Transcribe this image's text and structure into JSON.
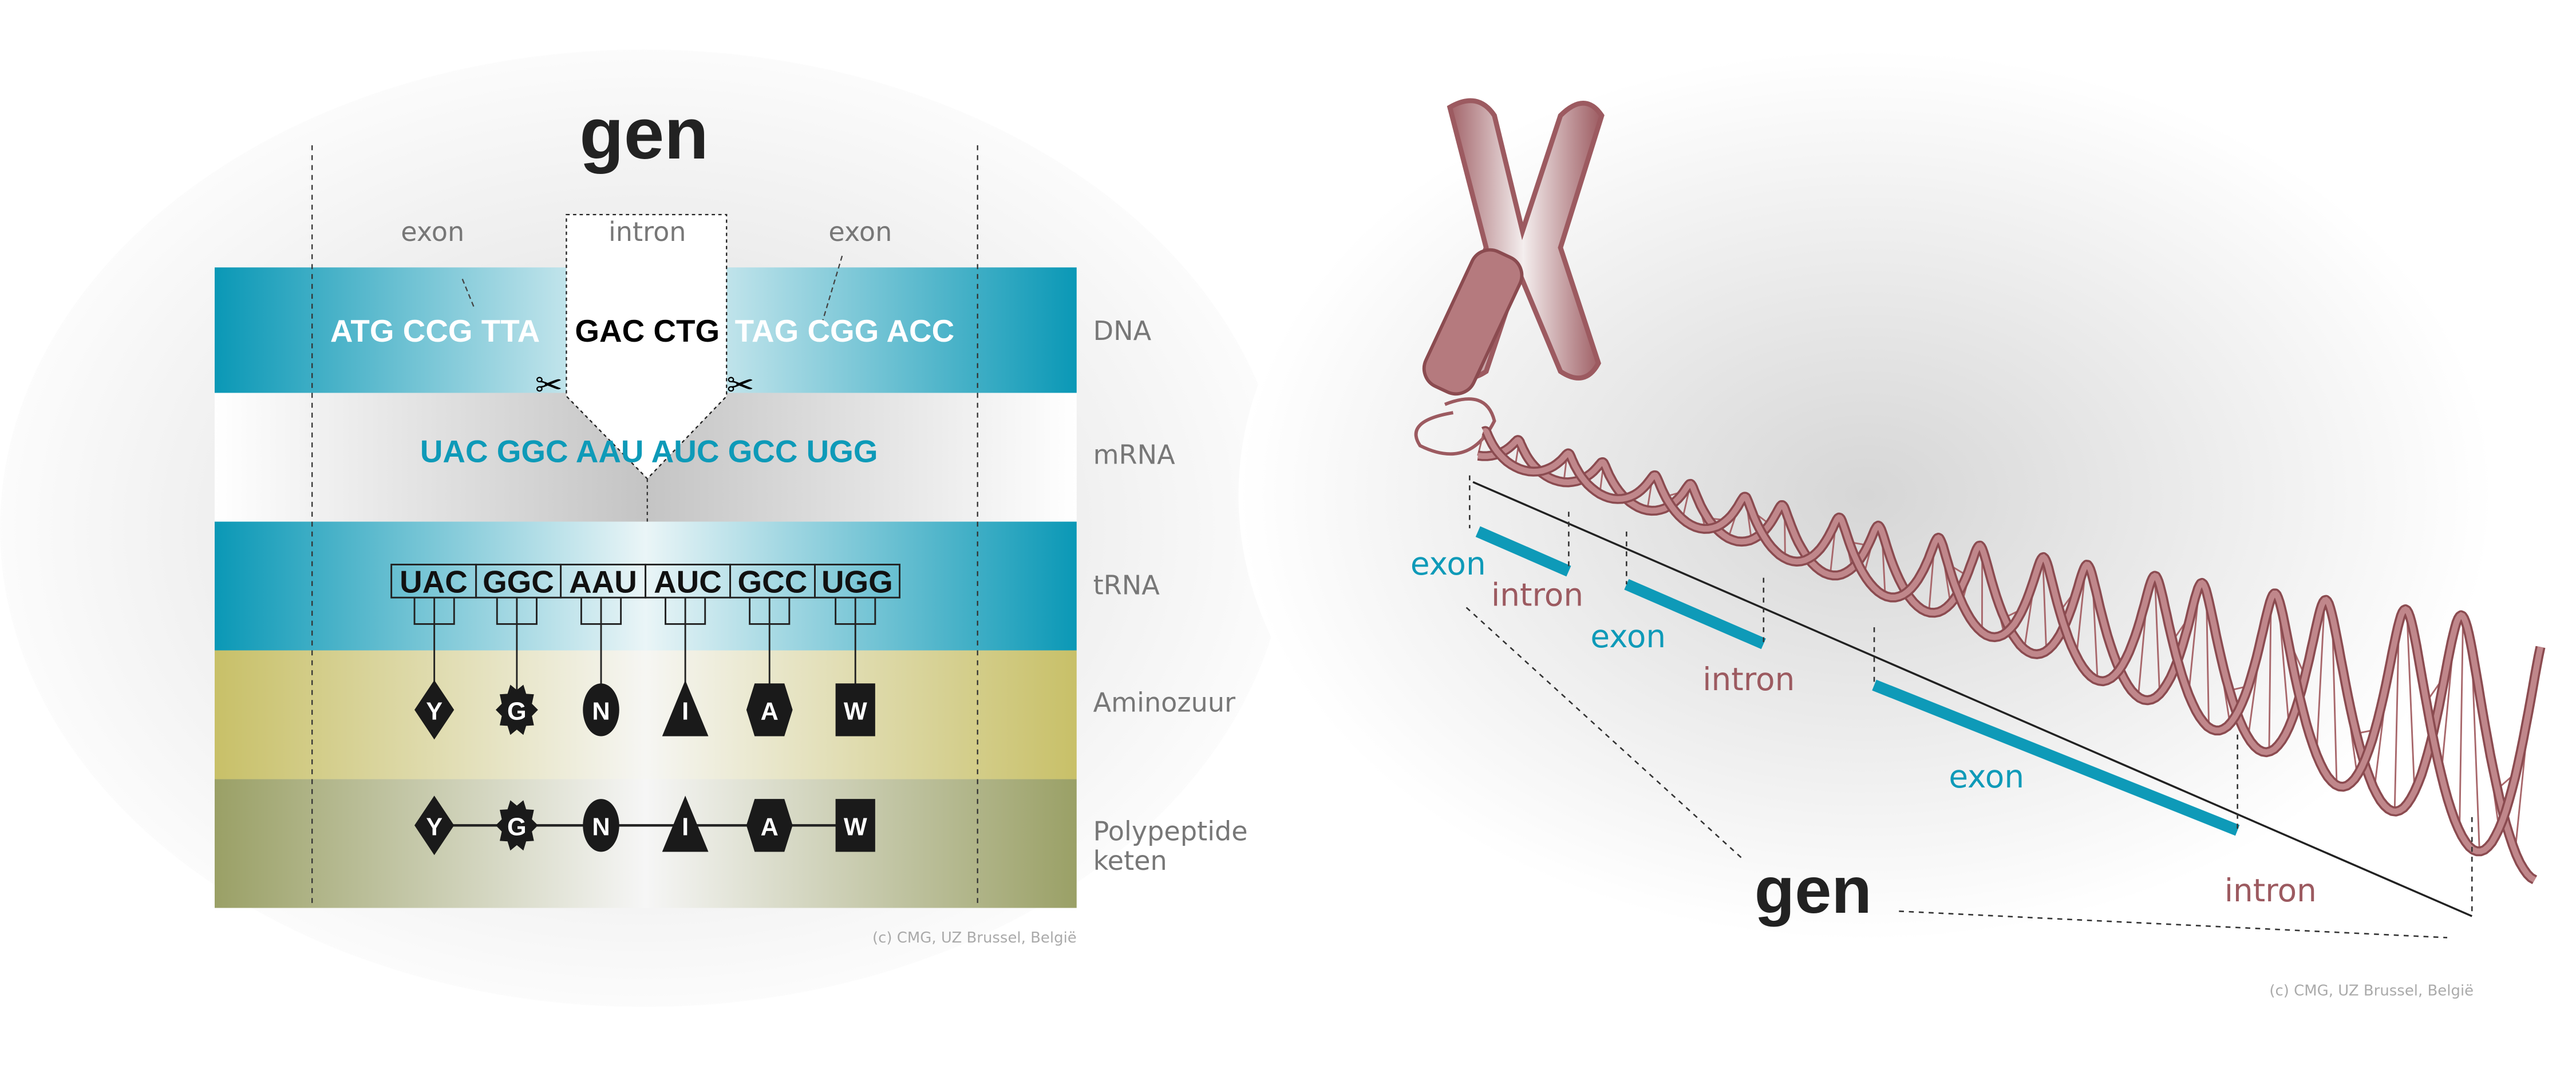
{
  "left": {
    "title": "gen",
    "top_labels": [
      "exon",
      "intron",
      "exon"
    ],
    "dna_exon1": "ATG CCG TTA",
    "dna_intron": "GAC CTG",
    "dna_exon2": "TAG CGG ACC",
    "mrna": "UAC GGC AAU AUC GCC UGG",
    "trna_codons": [
      "UAC",
      "GGC",
      "AAU",
      "AUC",
      "GCC",
      "UGG"
    ],
    "amino_acids": [
      "Y",
      "G",
      "N",
      "I",
      "A",
      "W"
    ],
    "row_labels": {
      "dna": "DNA",
      "mrna": "mRNA",
      "trna": "tRNA",
      "amino": "Aminozuur",
      "poly1": "Polypeptide",
      "poly2": "keten"
    },
    "copyright": "(c) CMG, UZ Brussel, België"
  },
  "right": {
    "labels": [
      {
        "text": "exon",
        "kind": "exon"
      },
      {
        "text": "intron",
        "kind": "intron"
      },
      {
        "text": "exon",
        "kind": "exon"
      },
      {
        "text": "intron",
        "kind": "intron"
      },
      {
        "text": "exon",
        "kind": "exon"
      },
      {
        "text": "intron",
        "kind": "intron"
      }
    ],
    "title": "gen",
    "copyright": "(c) CMG, UZ Brussel, België"
  },
  "colors": {
    "teal": "#0e9ab8",
    "maroon": "#9c5a60",
    "ribbon": "#b97e82",
    "olive": "#c8c068",
    "olive_dark": "#9aa066"
  }
}
